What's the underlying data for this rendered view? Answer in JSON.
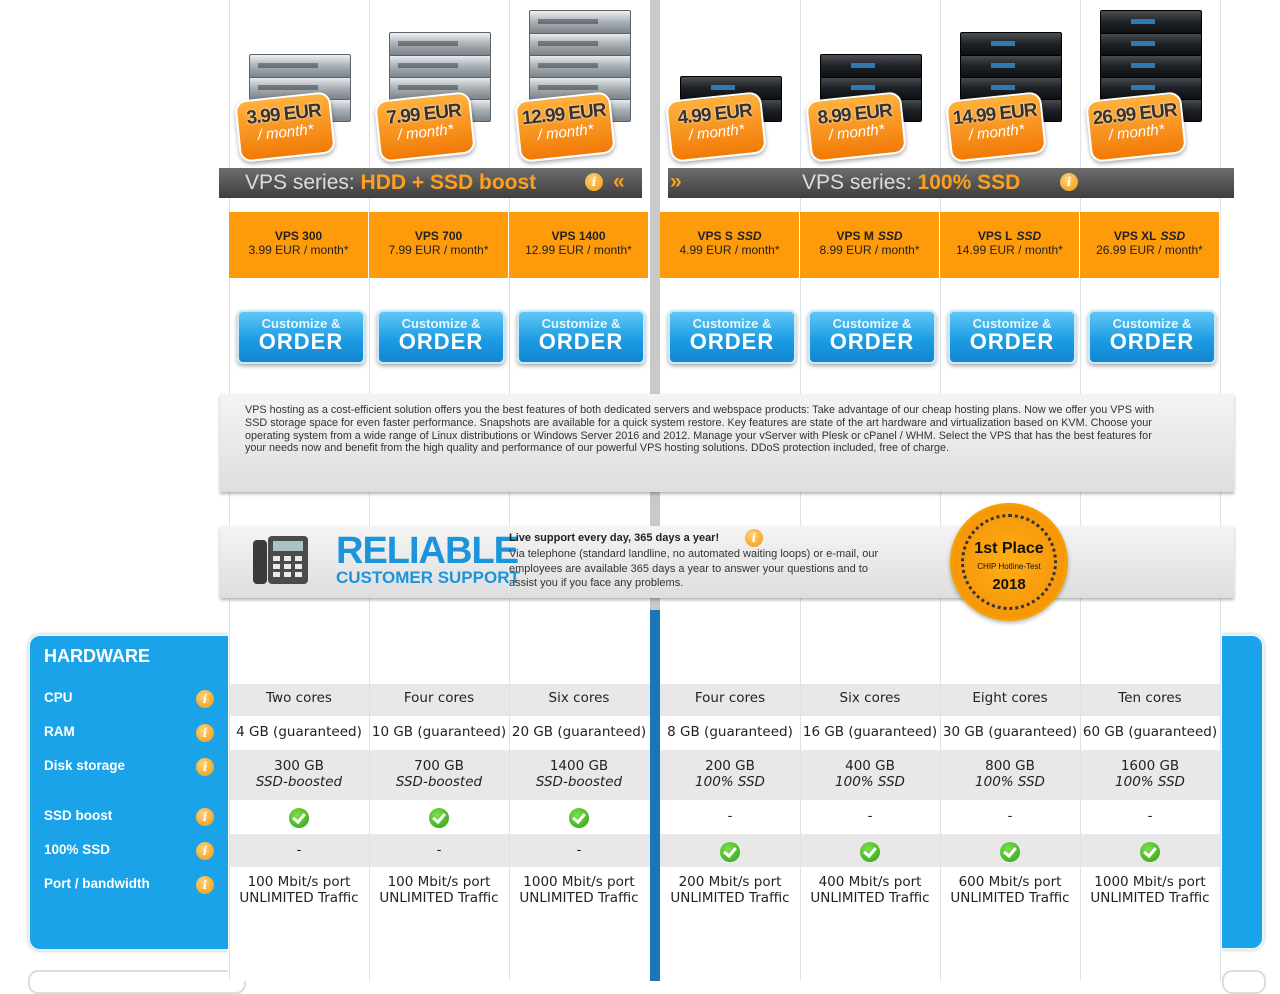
{
  "series": {
    "hdd": {
      "prefix": "VPS series: ",
      "highlight": "HDD + SSD boost"
    },
    "ssd": {
      "prefix": "VPS series: ",
      "highlight": "100% SSD"
    }
  },
  "plans": [
    {
      "price": "3.99 EUR",
      "per": "/ month*",
      "name": "VPS 300",
      "tag": "",
      "price_line": "3.99 EUR / month*",
      "cpu": "Two cores",
      "ram": "4 GB (guaranteed)",
      "disk": "300 GB",
      "disk_type": "SSD-boosted",
      "ssd_boost": true,
      "full_ssd": false,
      "port": "100 Mbit/s port",
      "traffic": "UNLIMITED Traffic"
    },
    {
      "price": "7.99 EUR",
      "per": "/ month*",
      "name": "VPS 700",
      "tag": "",
      "price_line": "7.99 EUR / month*",
      "cpu": "Four cores",
      "ram": "10 GB (guaranteed)",
      "disk": "700 GB",
      "disk_type": "SSD-boosted",
      "ssd_boost": true,
      "full_ssd": false,
      "port": "100 Mbit/s port",
      "traffic": "UNLIMITED Traffic"
    },
    {
      "price": "12.99 EUR",
      "per": "/ month*",
      "name": "VPS 1400",
      "tag": "",
      "price_line": "12.99 EUR / month*",
      "cpu": "Six cores",
      "ram": "20 GB (guaranteed)",
      "disk": "1400 GB",
      "disk_type": "SSD-boosted",
      "ssd_boost": true,
      "full_ssd": false,
      "port": "1000 Mbit/s port",
      "traffic": "UNLIMITED Traffic"
    },
    {
      "price": "4.99 EUR",
      "per": "/ month*",
      "name": "VPS S",
      "tag": "SSD",
      "price_line": "4.99 EUR / month*",
      "cpu": "Four cores",
      "ram": "8 GB (guaranteed)",
      "disk": "200 GB",
      "disk_type": "100% SSD",
      "ssd_boost": false,
      "full_ssd": true,
      "port": "200 Mbit/s port",
      "traffic": "UNLIMITED Traffic"
    },
    {
      "price": "8.99 EUR",
      "per": "/ month*",
      "name": "VPS M",
      "tag": "SSD",
      "price_line": "8.99 EUR / month*",
      "cpu": "Six cores",
      "ram": "16 GB (guaranteed)",
      "disk": "400 GB",
      "disk_type": "100% SSD",
      "ssd_boost": false,
      "full_ssd": true,
      "port": "400 Mbit/s port",
      "traffic": "UNLIMITED Traffic"
    },
    {
      "price": "14.99 EUR",
      "per": "/ month*",
      "name": "VPS L",
      "tag": "SSD",
      "price_line": "14.99 EUR / month*",
      "cpu": "Eight cores",
      "ram": "30 GB (guaranteed)",
      "disk": "800 GB",
      "disk_type": "100% SSD",
      "ssd_boost": false,
      "full_ssd": true,
      "port": "600 Mbit/s port",
      "traffic": "UNLIMITED Traffic"
    },
    {
      "price": "26.99 EUR",
      "per": "/ month*",
      "name": "VPS XL",
      "tag": "SSD",
      "price_line": "26.99 EUR / month*",
      "cpu": "Ten cores",
      "ram": "60 GB (guaranteed)",
      "disk": "1600 GB",
      "disk_type": "100% SSD",
      "ssd_boost": false,
      "full_ssd": true,
      "port": "1000 Mbit/s port",
      "traffic": "UNLIMITED Traffic"
    }
  ],
  "order_button": {
    "line1": "Customize &",
    "line2": "ORDER"
  },
  "description": "VPS hosting as a cost-efficient solution offers you the best features of both dedicated servers and webspace products: Take advantage of our cheap hosting plans. Now we offer you VPS with SSD storage space for even faster performance. Snapshots are available for a quick system restore. Key features are state of the art hardware and virtualization based on KVM. Choose your operating system from a wide range of Linux distributions or Windows Server 2016 and 2012. Manage your vServer with Plesk or cPanel / WHM. Select the VPS that has the best features for your needs now and benefit from the high quality and performance of our powerful VPS hosting solutions. DDoS protection included, free of charge.",
  "support": {
    "title1": "RELIABLE",
    "title2": "CUSTOMER SUPPORT",
    "headline": "Live support every day, 365 days a year!",
    "body": "Via telephone (standard landline, no automated waiting loops) or e-mail, our employees are available 365 days a year to answer your questions and to assist you if you face any problems."
  },
  "medal": {
    "place": "1st Place",
    "sub": "CHIP Hotline-Test",
    "year": "2018"
  },
  "hardware": {
    "title": "HARDWARE",
    "rows": [
      "CPU",
      "RAM",
      "Disk storage",
      "SSD boost",
      "100% SSD",
      "Port / bandwidth"
    ],
    "dash": "-"
  },
  "colors": {
    "accent_blue": "#1aa3e8",
    "accent_orange": "#fd9b0b",
    "check_green": "#2c9d17"
  }
}
